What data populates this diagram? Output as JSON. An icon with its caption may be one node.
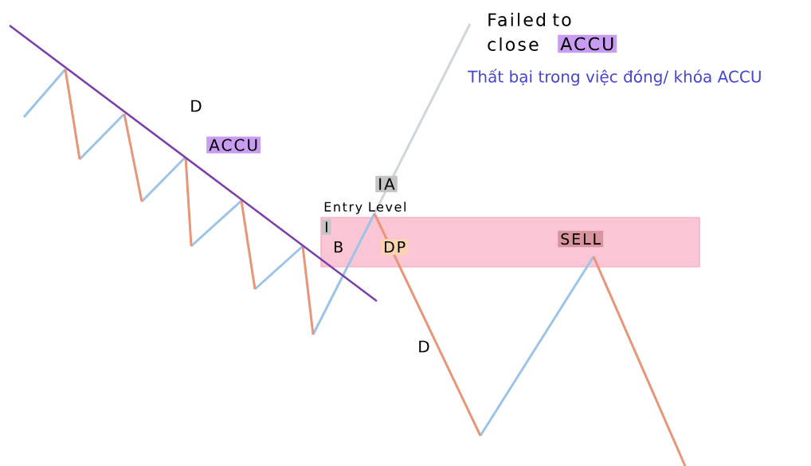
{
  "diagram": {
    "labels": [
      "Failed to close",
      "ACCU",
      "Thất bại trong việc đóng/ khóa ACCU",
      "D",
      "ACCU",
      "IA",
      "Entry Level",
      "I",
      "B",
      "DP",
      "SELL",
      "D"
    ]
  }
}
